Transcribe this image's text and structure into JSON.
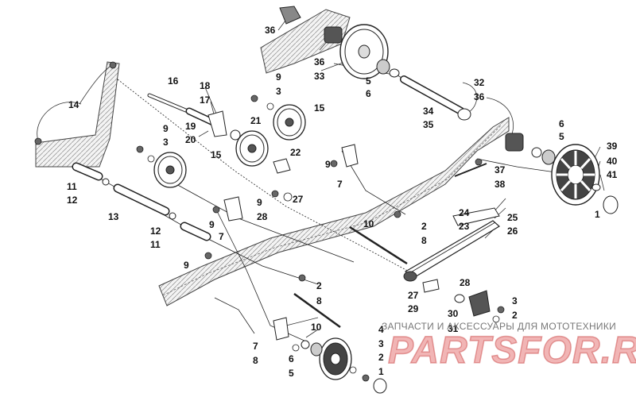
{
  "watermark": {
    "caption": "ЗАПЧАСТИ И АКСЕССУАРЫ ДЛЯ МОТОТЕХНИКИ",
    "logo": "PARTSFOR.RU",
    "color": "#e27a7a"
  },
  "callouts": {
    "c36a": "36",
    "c36b": "36",
    "c33": "33",
    "c5a": "5",
    "c6a": "6",
    "c32": "32",
    "c36c": "36",
    "c34": "34",
    "c35": "35",
    "c16": "16",
    "c14": "14",
    "c18": "18",
    "c17": "17",
    "c19": "19",
    "c20": "20",
    "c9a": "9",
    "c3a": "3",
    "c15a": "15",
    "c21": "21",
    "c9b": "9",
    "c3b": "3",
    "c15b": "15",
    "c22": "22",
    "c6b": "6",
    "c5b": "5",
    "c39": "39",
    "c40": "40",
    "c41": "41",
    "c37": "37",
    "c38": "38",
    "c1a": "1",
    "c11a": "11",
    "c12a": "12",
    "c9c": "9",
    "c7a": "7",
    "c9d": "9",
    "c28a": "28",
    "c27a": "27",
    "c24": "24",
    "c25": "25",
    "c26": "26",
    "c23": "23",
    "c13": "13",
    "c10a": "10",
    "c2a": "2",
    "c8a": "8",
    "c12b": "12",
    "c11b": "11",
    "c9e": "9",
    "c7b": "7",
    "c9f": "9",
    "c2b": "2",
    "c8b": "8",
    "c27b": "27",
    "c28b": "28",
    "c29": "29",
    "c30": "30",
    "c31": "31",
    "c3c": "3",
    "c2c": "2",
    "c10b": "10",
    "c4": "4",
    "c3d": "3",
    "c7c": "7",
    "c8c": "8",
    "c6c": "6",
    "c5c": "5",
    "c2d": "2",
    "c1b": "1"
  }
}
